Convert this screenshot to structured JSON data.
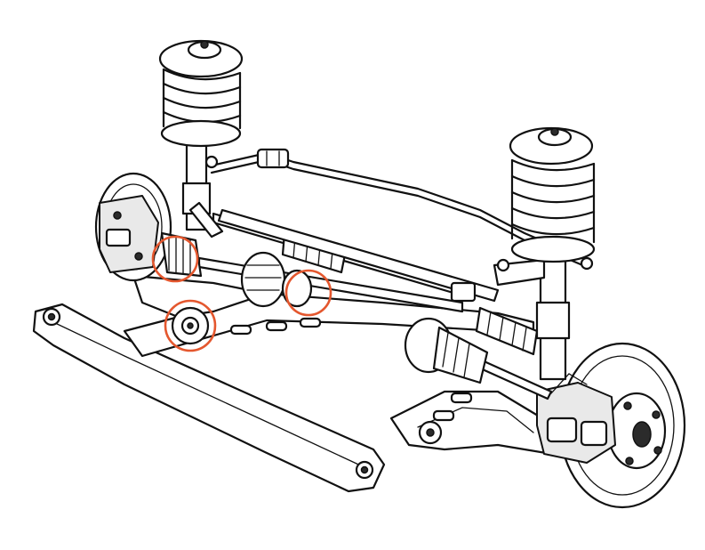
{
  "figure": {
    "subject": "front-suspension-assembly",
    "highlight_color": "#e4572e",
    "highlights": [
      {
        "id": "left-drive-shaft-boot"
      },
      {
        "id": "subframe-mount-bushing"
      },
      {
        "id": "inner-cv-joint-clamp"
      }
    ]
  }
}
